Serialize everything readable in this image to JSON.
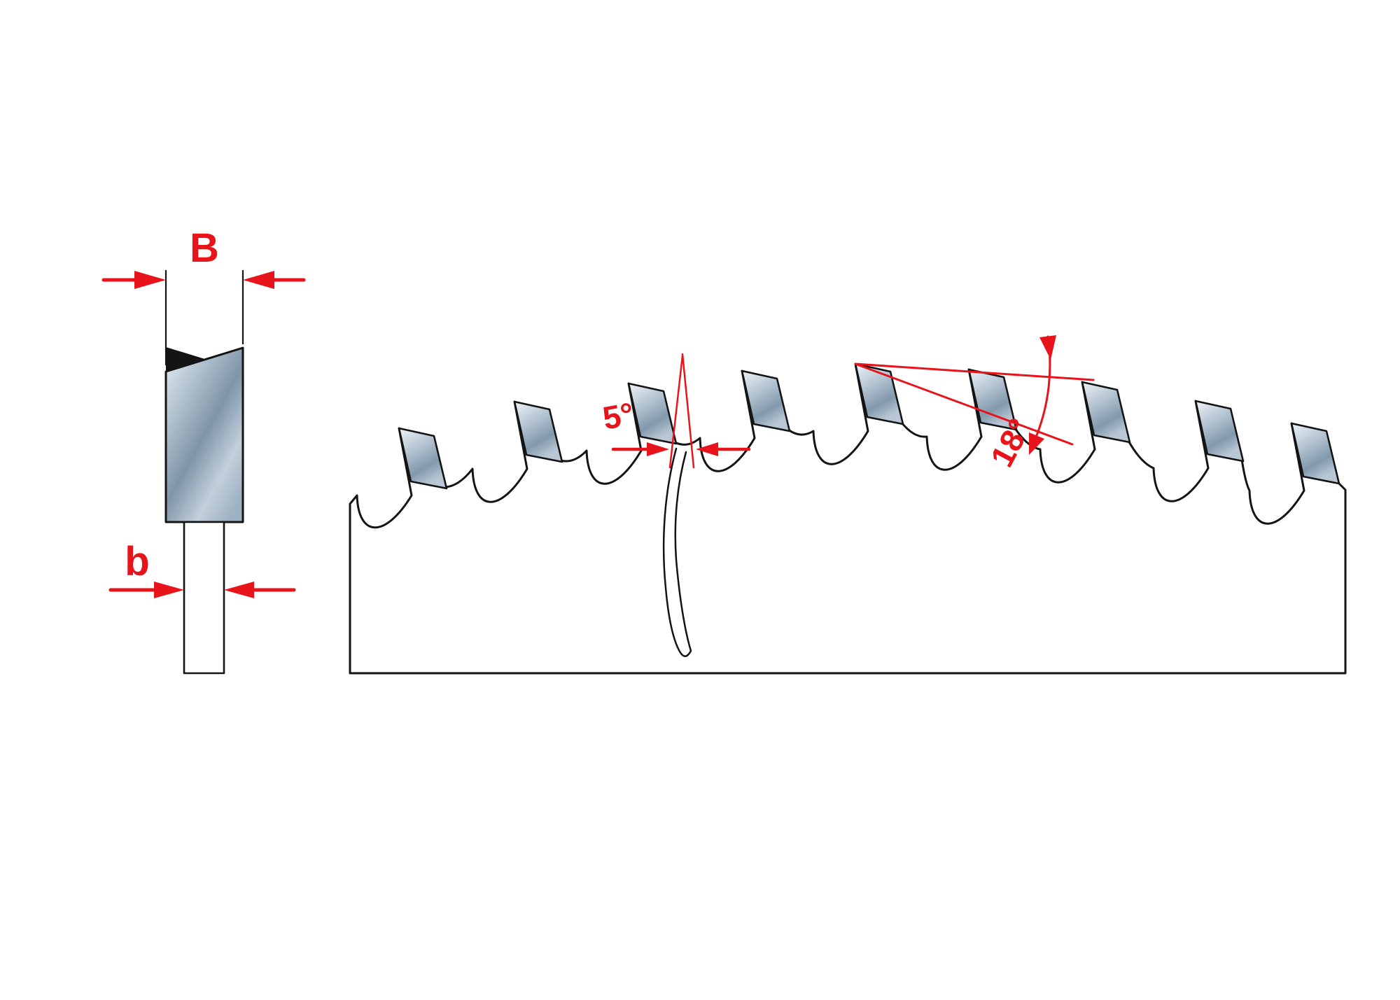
{
  "labels": {
    "kerf_width": "B",
    "plate_thickness": "b",
    "slot_angle": "5°",
    "hook_angle": "18°"
  },
  "colors": {
    "annotation_red": "#e8141c",
    "outline_black": "#141414",
    "metal_light": "#eef3f7",
    "metal_mid": "#b6c5d3",
    "metal_dark": "#8299ac"
  },
  "diagram": {
    "teeth_count": 9
  }
}
